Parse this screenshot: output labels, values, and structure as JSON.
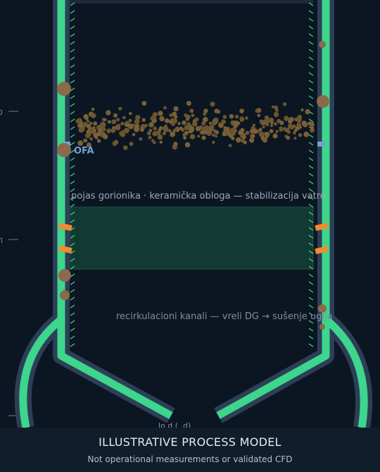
{
  "diagram": {
    "ofa_label": "OFA",
    "burner_zone_label": "pojas gorionika · keramička obloga — stabilizacija vatre",
    "recirculation_label": "recirkulacioni kanali — vreli DG → sušenje uglja",
    "bottom_label": "lo d ( .d)"
  },
  "footer": {
    "title": "ILLUSTRATIVE PROCESS MODEL",
    "subtitle": "Not operational measurements or validated CFD"
  },
  "colors": {
    "background": "#0c1622",
    "wall_outer": "#2d3f57",
    "wall_tube": "#3dd68c",
    "burner_zone": "#133a32",
    "burner": "#f28b2e",
    "ofa_port": "#6fa2d6",
    "coal_particle": "#6b5530",
    "deposit": "#8a6a4a"
  }
}
